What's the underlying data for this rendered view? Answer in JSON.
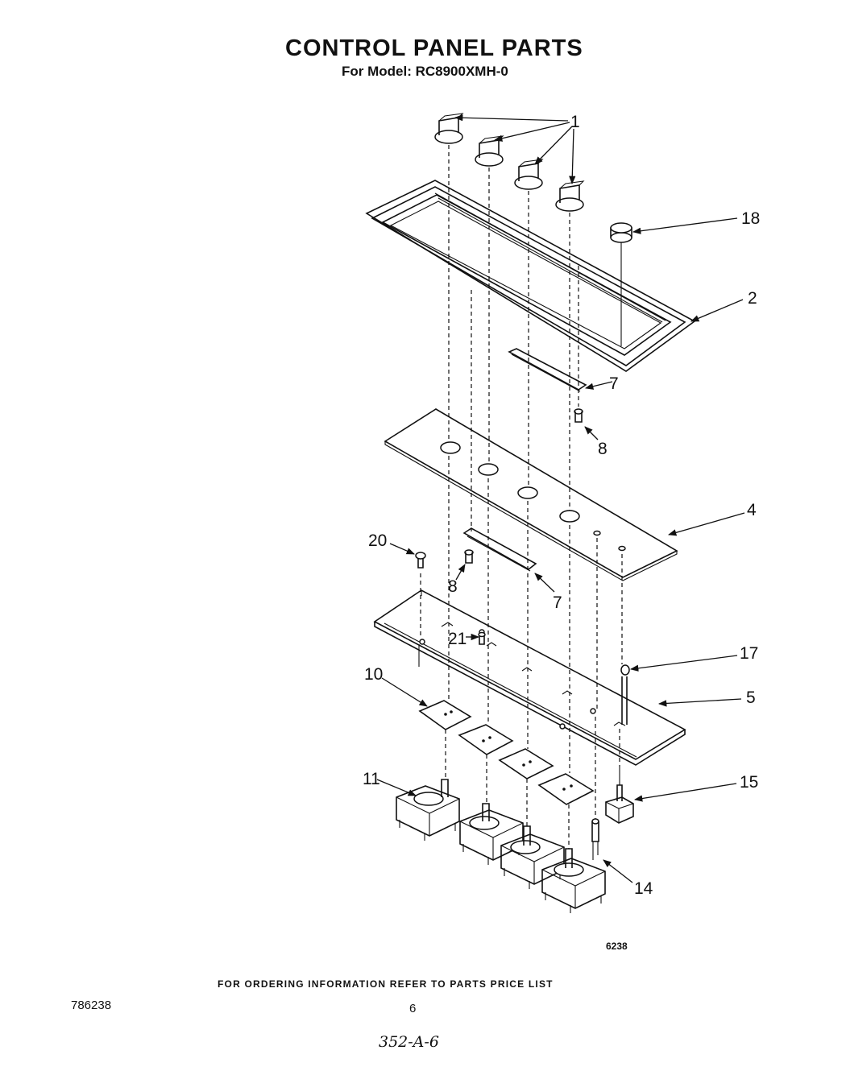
{
  "header": {
    "title": "CONTROL PANEL PARTS",
    "subtitle": "For Model: RC8900XMH-0"
  },
  "diagram": {
    "callouts": {
      "c1": "1",
      "c18": "18",
      "c2": "2",
      "c7a": "7",
      "c8a": "8",
      "c4": "4",
      "c20": "20",
      "c8b": "8",
      "c7b": "7",
      "c21": "21",
      "c17": "17",
      "c10": "10",
      "c5": "5",
      "c11": "11",
      "c15": "15",
      "c14": "14"
    },
    "figure_number": "6238"
  },
  "footer": {
    "order_note": "FOR ORDERING INFORMATION REFER TO PARTS PRICE LIST",
    "doc_number": "786238",
    "page_number": "6",
    "handwritten": "352-A-6"
  }
}
